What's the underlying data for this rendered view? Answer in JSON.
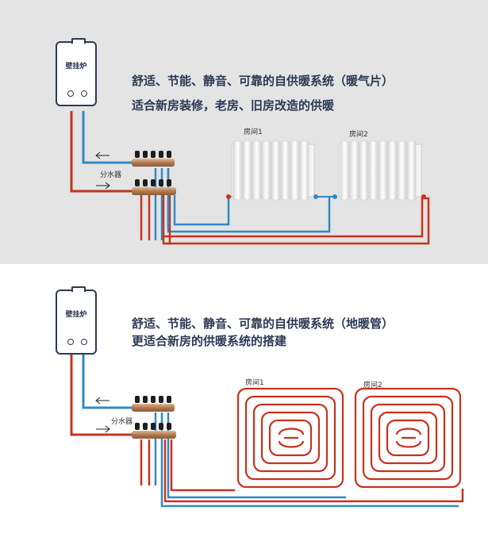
{
  "top": {
    "boiler_label": "壁挂炉",
    "title_line1": "舒适、节能、静音、可靠的自供暖系统（暖气片）",
    "title_line2": "适合新房装修，老房、旧房改造的供暖",
    "manifold_label": "分水器",
    "room1_label": "房间1",
    "room2_label": "房间2"
  },
  "bottom": {
    "boiler_label": "壁挂炉",
    "title_line1": "舒适、节能、静音、可靠的自供暖系统（地暖管）",
    "title_line2": "更适合新房的供暖系统的搭建",
    "manifold_label": "分水器",
    "room1_label": "房间1",
    "room2_label": "房间2"
  },
  "colors": {
    "supply_red": "#c8321e",
    "return_blue": "#2f8ac4",
    "text_navy": "#2c3a55",
    "top_bg": "#e4e4e4"
  }
}
